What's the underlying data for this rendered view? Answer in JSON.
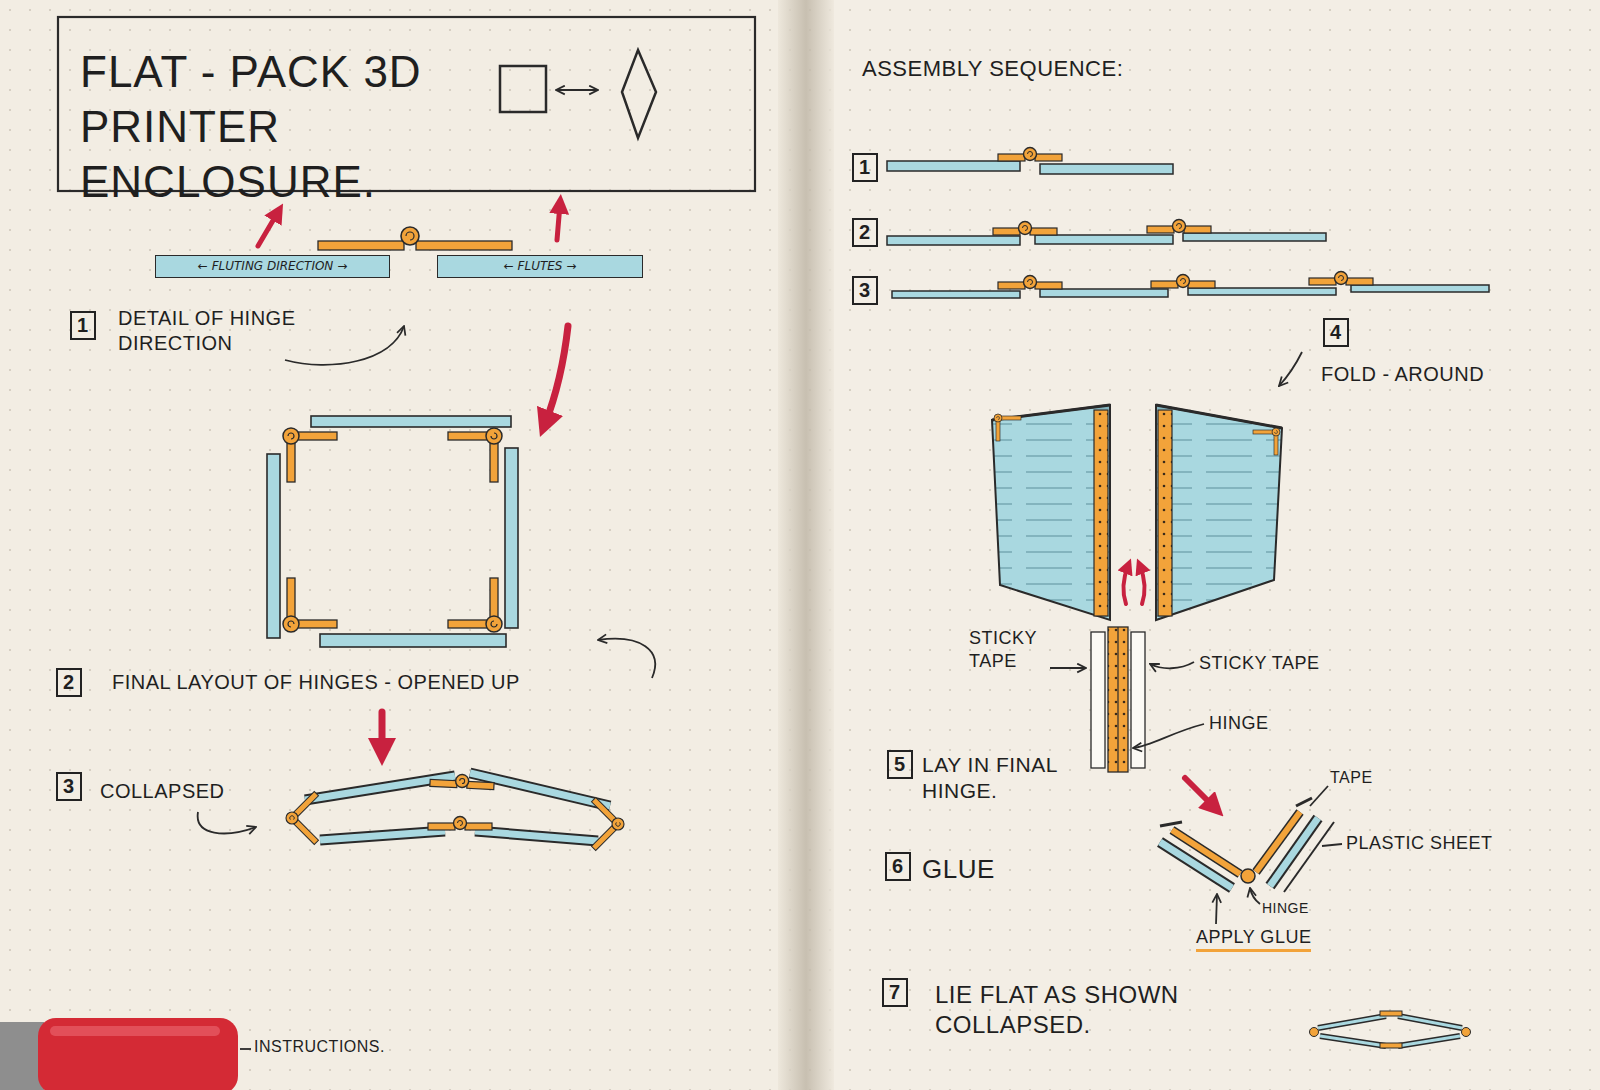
{
  "diagram": {
    "title": "FLAT - PACK 3D PRINTER ENCLOSURE.",
    "nodes": [
      {
        "text": [
          "← FLUTING DIRECTION →"
        ]
      },
      {
        "text": [
          "← FLUTES →"
        ]
      }
    ],
    "labels": [
      "1",
      "DETAIL OF HINGE DIRECTION",
      "2",
      "FINAL LAYOUT OF HINGES - OPENED UP",
      "3",
      "COLLAPSED",
      "INSTRUCTIONS.",
      "ASSEMBLY SEQUENCE:",
      "1",
      "2",
      "3",
      "4",
      "FOLD - AROUND",
      "STICKY TAPE",
      "STICKY TAPE",
      "HINGE",
      "5",
      "LAY IN FINAL HINGE.",
      "TAPE",
      "PLASTIC SHEET",
      "6",
      "GLUE",
      "HINGE",
      "APPLY GLUE",
      "7",
      "LIE FLAT AS SHOWN COLLAPSED."
    ]
  }
}
